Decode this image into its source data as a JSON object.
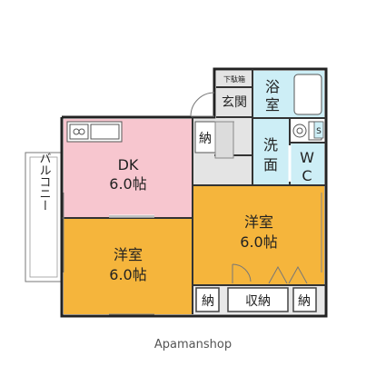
{
  "rooms": {
    "dk": {
      "name": "DK",
      "size": "6.0帖",
      "color": "#f7c6cf"
    },
    "western_left": {
      "name": "洋室",
      "size": "6.0帖",
      "color": "#f5b53c"
    },
    "western_right": {
      "name": "洋室",
      "size": "6.0帖",
      "color": "#f5b53c"
    },
    "bath": {
      "name_line1": "浴",
      "name_line2": "室",
      "color": "#cdeef6"
    },
    "washroom": {
      "name_line1": "洗",
      "name_line2": "面",
      "color": "#cdeef6"
    },
    "wc": {
      "name_line1": "W",
      "name_line2": "C",
      "color": "#cdeef6"
    },
    "entrance": {
      "name": "玄関",
      "color": "#e4e4e4"
    },
    "shoe_box": {
      "name": "下駄箱"
    },
    "hall": {
      "color": "#e4e4e4"
    }
  },
  "storage": {
    "closet_hall": "納",
    "closet_bottom_left": "納",
    "closet_bottom_center": "収納",
    "closet_bottom_right": "納"
  },
  "balcony": {
    "label": "バルコニー"
  },
  "washer_mark": "S",
  "watermark": "Apamanshop"
}
